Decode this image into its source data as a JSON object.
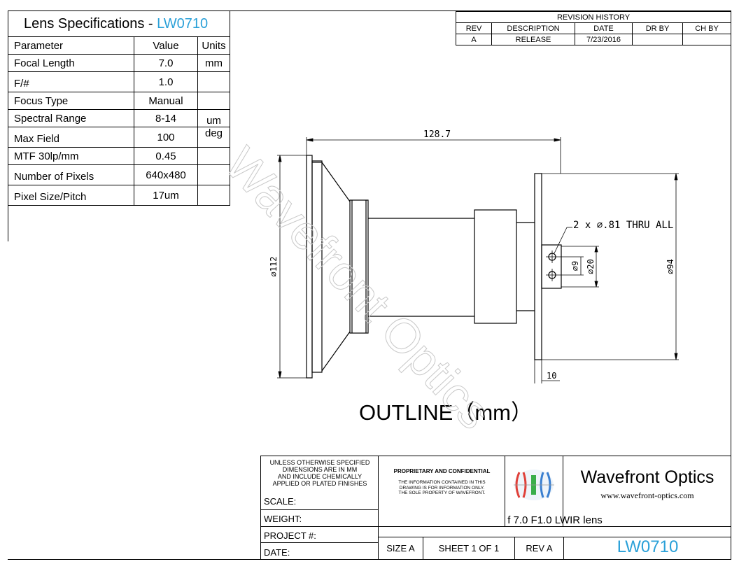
{
  "spec_table": {
    "title_prefix": "Lens Specifications - ",
    "part_number": "LW0710",
    "headers": [
      "Parameter",
      "Value",
      "Units"
    ],
    "rows": [
      {
        "parameter": "Focal Length",
        "value": "7.0",
        "units": "mm"
      },
      {
        "parameter": "F/#",
        "value": "1.0",
        "units": ""
      },
      {
        "parameter": "Focus Type",
        "value": "Manual",
        "units": ""
      },
      {
        "parameter": "Spectral Range",
        "value": "8-14",
        "units": "um"
      },
      {
        "parameter": "Max Field",
        "value": "100",
        "units": "deg"
      },
      {
        "parameter": "MTF  30lp/mm",
        "value": "0.45",
        "units": ""
      },
      {
        "parameter": "Number of Pixels",
        "value": "640x480",
        "units": ""
      },
      {
        "parameter": "Pixel Size/Pitch",
        "value": "17um",
        "units": ""
      }
    ]
  },
  "revision_history": {
    "title": "REVISION HISTORY",
    "headers": [
      "REV",
      "DESCRIPTION",
      "DATE",
      "DR BY",
      "CH BY"
    ],
    "rows": [
      {
        "rev": "A",
        "description": "RELEASE",
        "date": "7/23/2016",
        "dr_by": "",
        "ch_by": ""
      }
    ]
  },
  "drawing": {
    "dim_length": "128.7",
    "dim_front_diameter": "⌀112",
    "dim_flange_diameter": "⌀94",
    "dim_hole_spacing": "⌀9",
    "dim_hole_circle": "⌀20",
    "dim_flange_thickness": "10",
    "hole_note": "2 x ⌀.81 THRU ALL",
    "caption": "OUTLINE（mm）",
    "watermark": "Wavefront Optics"
  },
  "title_block": {
    "general_note": [
      "UNLESS OTHERWISE SPECIFIED",
      "DIMENSIONS ARE IN MM",
      "AND INCLUDE CHEMICALLY",
      "APPLIED OR PLATED FINISHES"
    ],
    "scale_label": "SCALE:",
    "weight_label": "WEIGHT:",
    "project_label": "PROJECT #:",
    "date_label": "DATE:",
    "proprietary_title": "PROPRIETARY AND CONFIDENTIAL",
    "proprietary_text": [
      "THE INFORMATION CONTAINED IN THIS",
      "DRAWING IS FOR INFORMATION ONLY.",
      "THE SOLE PROPERTY OF WAVEFRONT."
    ],
    "company_name": "Wavefront Optics",
    "company_url": "www.wavefront-optics.com",
    "description": "f 7.0 F1.0  LWIR lens",
    "size": "SIZE A",
    "sheet": "SHEET  1  OF  1",
    "rev": "REV A",
    "part_number": "LW0710",
    "logo_icon": "lens-logo-icon",
    "colors": {
      "part_number": "#2aa0d8",
      "logo_red": "#e0413a",
      "logo_green": "#3aae4a",
      "logo_blue": "#3a7fd0"
    }
  }
}
